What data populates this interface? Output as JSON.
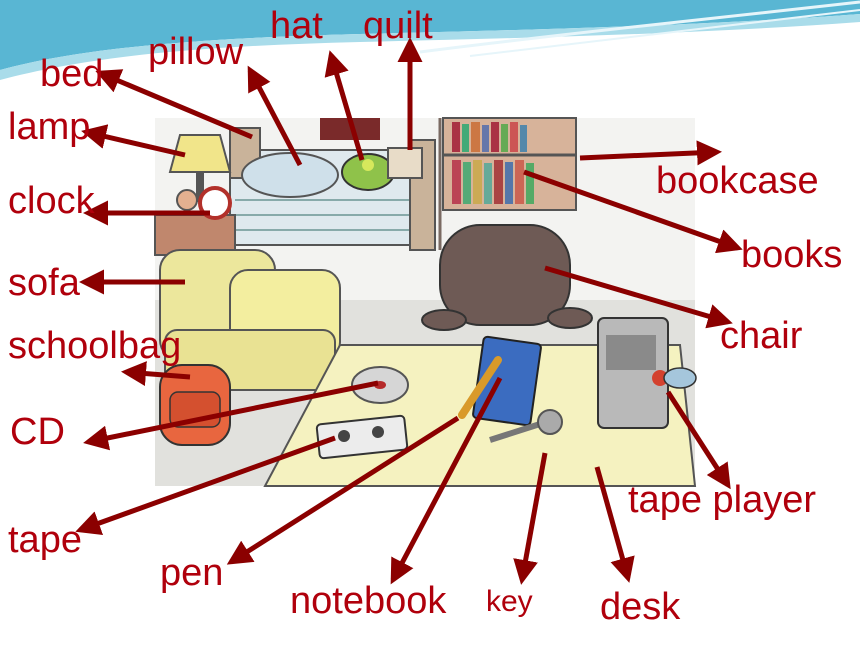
{
  "colors": {
    "label": "#b0000c",
    "arrow": "#8b0000",
    "background": "#ffffff",
    "banner": "#59b6d3"
  },
  "labels": {
    "hat": "hat",
    "quilt": "quilt",
    "pillow": "pillow",
    "bed": "bed",
    "lamp": "lamp",
    "clock": "clock",
    "sofa": "sofa",
    "schoolbag": "schoolbag",
    "cd": "CD",
    "tape": "tape",
    "pen": "pen",
    "notebook": "notebook",
    "key": "key",
    "desk": "desk",
    "tape_player": "tape player",
    "chair": "chair",
    "books": "books",
    "bookcase": "bookcase"
  }
}
